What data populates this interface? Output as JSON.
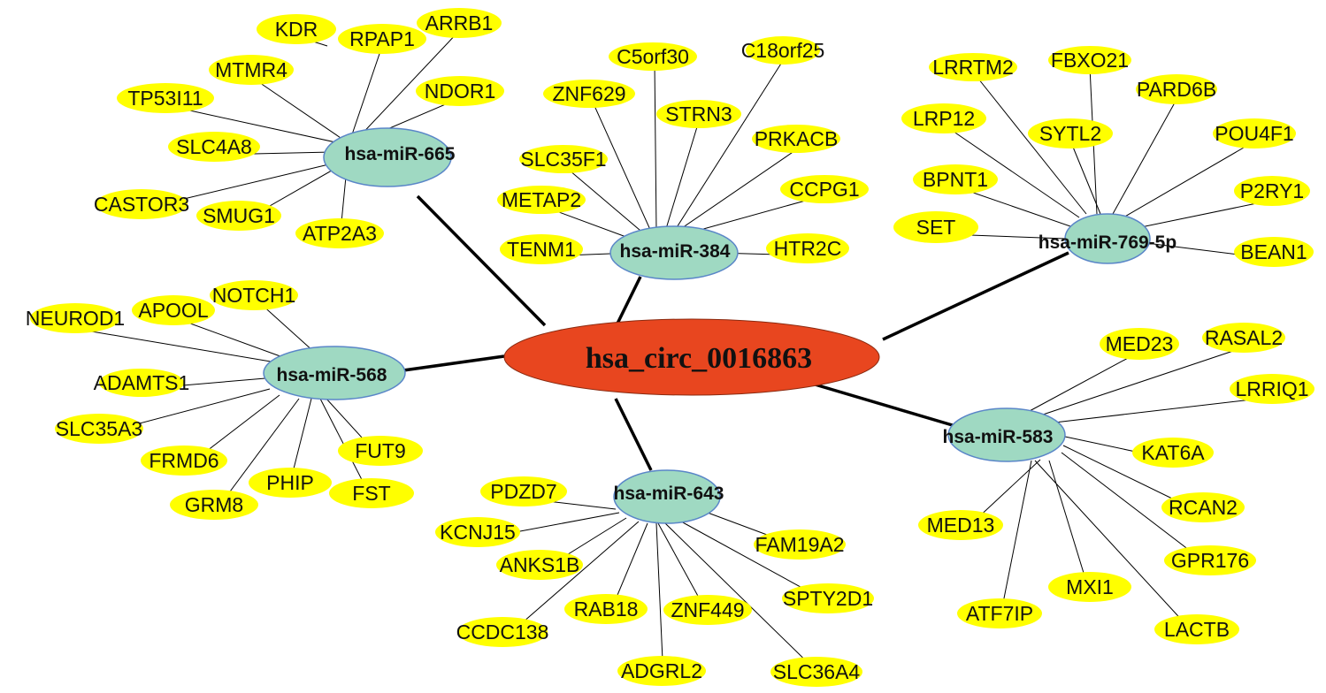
{
  "colors": {
    "hub_fill": "#e8461f",
    "mirna_fill": "#9fd9c2",
    "mirna_stroke": "#5a86c8",
    "gene_fill": "#ffff00",
    "line": "#000000",
    "text": "#111111"
  },
  "hub": {
    "label": "hsa_circ_0016863"
  },
  "mirnas": [
    {
      "id": "mir665",
      "label": "hsa-miR-665",
      "targets": [
        "KDR",
        "RPAP1",
        "ARRB1",
        "MTMR4",
        "NDOR1",
        "TP53I11",
        "SLC4A8",
        "CASTOR3",
        "SMUG1",
        "ATP2A3"
      ]
    },
    {
      "id": "mir384",
      "label": "hsa-miR-384",
      "targets": [
        "C5orf30",
        "C18orf25",
        "ZNF629",
        "STRN3",
        "PRKACB",
        "SLC35F1",
        "CCPG1",
        "METAP2",
        "TENM1",
        "HTR2C"
      ]
    },
    {
      "id": "mir769",
      "label": "hsa-miR-769-5p",
      "targets": [
        "LRRTM2",
        "FBXO21",
        "PARD6B",
        "LRP12",
        "SYTL2",
        "POU4F1",
        "BPNT1",
        "P2RY1",
        "SET",
        "BEAN1"
      ]
    },
    {
      "id": "mir568",
      "label": "hsa-miR-568",
      "targets": [
        "NEUROD1",
        "APOOL",
        "NOTCH1",
        "ADAMTS1",
        "SLC35A3",
        "FRMD6",
        "FUT9",
        "PHIP",
        "FST",
        "GRM8"
      ]
    },
    {
      "id": "mir583",
      "label": "hsa-miR-583",
      "targets": [
        "MED23",
        "RASAL2",
        "LRRIQ1",
        "KAT6A",
        "RCAN2",
        "GPR176",
        "MED13",
        "MXI1",
        "ATF7IP",
        "LACTB"
      ]
    },
    {
      "id": "mir643",
      "label": "hsa-miR-643",
      "targets": [
        "PDZD7",
        "KCNJ15",
        "ANKS1B",
        "FAM19A2",
        "RAB18",
        "ZNF449",
        "SPTY2D1",
        "CCDC138",
        "ADGRL2",
        "SLC36A4"
      ]
    }
  ]
}
